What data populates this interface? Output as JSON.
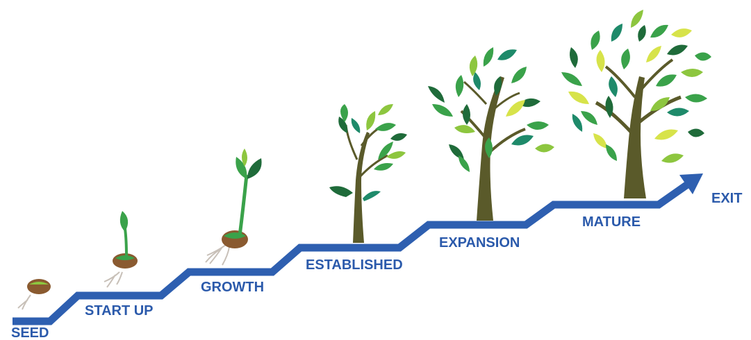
{
  "stages": [
    {
      "id": "seed",
      "label": "SEED",
      "plant": "seed-icon"
    },
    {
      "id": "startup",
      "label": "START UP",
      "plant": "sprout-icon"
    },
    {
      "id": "growth",
      "label": "GROWTH",
      "plant": "seedling-icon"
    },
    {
      "id": "established",
      "label": "ESTABLISHED",
      "plant": "sapling-icon"
    },
    {
      "id": "expansion",
      "label": "EXPANSION",
      "plant": "young-tree-icon"
    },
    {
      "id": "mature",
      "label": "MATURE",
      "plant": "mature-tree-icon"
    },
    {
      "id": "exit",
      "label": "EXIT",
      "plant": ""
    }
  ],
  "colors": {
    "arrow": "#2e5fb0",
    "label": "#2b5aab",
    "trunk": "#5a5a2a",
    "soil": "#8a5a30",
    "leaf_dark": "#1f6b3a",
    "leaf_mid": "#3aa24a",
    "leaf_light": "#8dc63f",
    "leaf_yellow": "#d7e34a",
    "leaf_teal": "#1e8a6a"
  }
}
